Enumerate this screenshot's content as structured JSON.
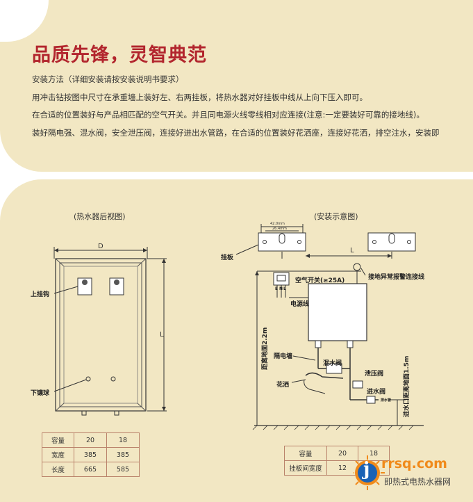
{
  "header": {
    "title": "品质先锋，灵智典范"
  },
  "instructions": {
    "heading": "安装方法（详细安装请按安装说明书要求）",
    "line1": "用冲击钻按图中尺寸在承重墙上装好左、右两挂板，将热水器对好挂板中线从上向下压入即可。",
    "line2": "在合适的位置装好与产品相匹配的空气开关。并且同电源火线零线相对应连接(注意:一定要装好可靠的接地线)。",
    "line3": "装好隔电强、混水阀，安全泄压阀，连接好进出水管路，在合适的位置装好花洒座，连接好花洒，排空注水，安装即"
  },
  "left_diagram": {
    "caption": "(热水器后视图)",
    "dim_d": "D",
    "dim_l": "L",
    "label_hook": "上挂钩",
    "label_ball": "下镶球"
  },
  "right_diagram": {
    "caption": "(安装示意图)",
    "dim1": "42.0mm",
    "dim2": "26.4mm",
    "dim_l": "L",
    "label_plate": "挂板",
    "label_switch": "空气开关(≥25A)",
    "label_ground": "接地异常报警连接线",
    "label_power": "电源线",
    "label_e": "E",
    "label_n": "N",
    "label_l": "L",
    "label_height": "距离地面2.2m",
    "label_wall": "隔电墙",
    "label_mix": "混水阀",
    "label_relief": "泄压阀",
    "label_shower": "花洒",
    "label_inlet": "进水阀",
    "label_inlet_height": "进水口距离地面1.5m",
    "label_drain": "排水管"
  },
  "spec_table_left": {
    "rows": [
      [
        "容量",
        "20",
        "18"
      ],
      [
        "宽度",
        "385",
        "385"
      ],
      [
        "长度",
        "665",
        "585"
      ]
    ]
  },
  "spec_table_right": {
    "rows": [
      [
        "容量",
        "20",
        "18"
      ],
      [
        "挂板间宽度",
        "12",
        ""
      ]
    ]
  },
  "logo": {
    "letter": "j",
    "domain": "rrsq.com",
    "name": "即热式电热水器网"
  },
  "colors": {
    "panel": "#f2e7c3",
    "title": "#b2252d",
    "table_border": "#b9826a",
    "logo": "#f08a1a"
  }
}
